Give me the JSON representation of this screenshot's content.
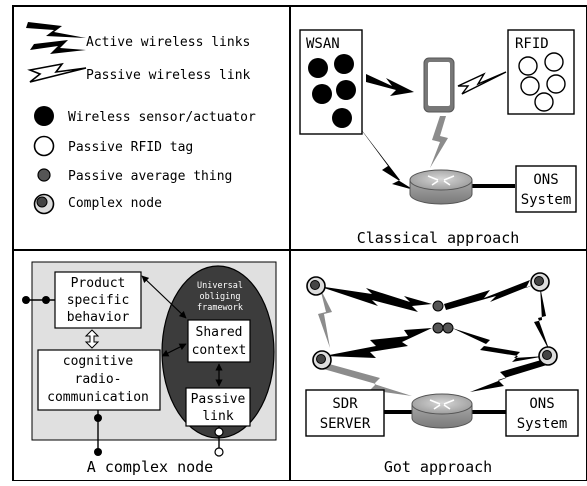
{
  "legend": {
    "items": [
      {
        "label": "Active wireless links",
        "icon": "active-link-bolt-icon"
      },
      {
        "label": "Passive wireless link",
        "icon": "passive-link-bolt-icon"
      },
      {
        "label": "Wireless sensor/actuator",
        "icon": "filled-circle-icon"
      },
      {
        "label": "Passive RFID tag",
        "icon": "hollow-circle-icon"
      },
      {
        "label": "Passive average thing",
        "icon": "small-dot-icon"
      },
      {
        "label": "Complex node",
        "icon": "complex-node-icon"
      }
    ]
  },
  "classical": {
    "wsan_label": "WSAN",
    "rfid_label": "RFID",
    "ons_line1": "ONS",
    "ons_line2": "System",
    "caption": "Classical approach"
  },
  "complex_node": {
    "product_line1": "Product",
    "product_line2": "specific",
    "product_line3": "behavior",
    "cognitive_line1": "cognitive",
    "cognitive_line2": "radio-",
    "cognitive_line3": "communication",
    "framework_line1": "Universal",
    "framework_line2": "obliging",
    "framework_line3": "framework",
    "shared_line1": "Shared",
    "shared_line2": "context",
    "passive_line1": "Passive",
    "passive_line2": "link",
    "caption": "A complex node"
  },
  "got": {
    "sdr_line1": "SDR",
    "sdr_line2": "SERVER",
    "ons_line1": "ONS",
    "ons_line2": "System",
    "caption": "Got approach"
  },
  "colors": {
    "panel_bg": "#e0e0e0",
    "framework_oval": "#3c3c3c",
    "gray_link": "#8c8c8c",
    "router_fill": "#b4b4b4",
    "phone": "#777777"
  }
}
